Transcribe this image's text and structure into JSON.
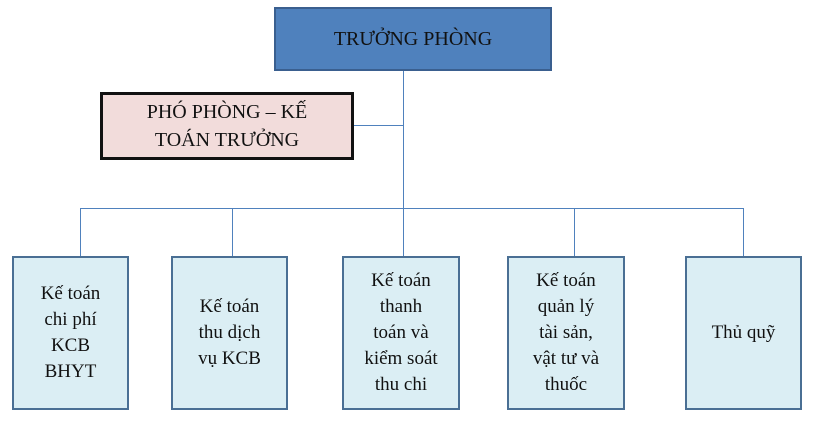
{
  "org_chart": {
    "head": "TRƯỞNG PHÒNG",
    "deputy": "PHÓ PHÒNG – KẾ\nTOÁN TRƯỞNG",
    "units": [
      "Kế toán\nchi phí\nKCB\nBHYT",
      "Kế toán\nthu dịch\nvụ KCB",
      "Kế toán\nthanh\ntoán và\nkiểm soát\nthu chi",
      "Kế toán\nquản lý\ntài sản,\nvật tư và\nthuốc",
      "Thủ quỹ"
    ]
  },
  "colors": {
    "head_fill": "#4f81bd",
    "deputy_fill": "#f2dcdb",
    "unit_fill": "#dbeef4",
    "connector": "#4f81bd"
  }
}
